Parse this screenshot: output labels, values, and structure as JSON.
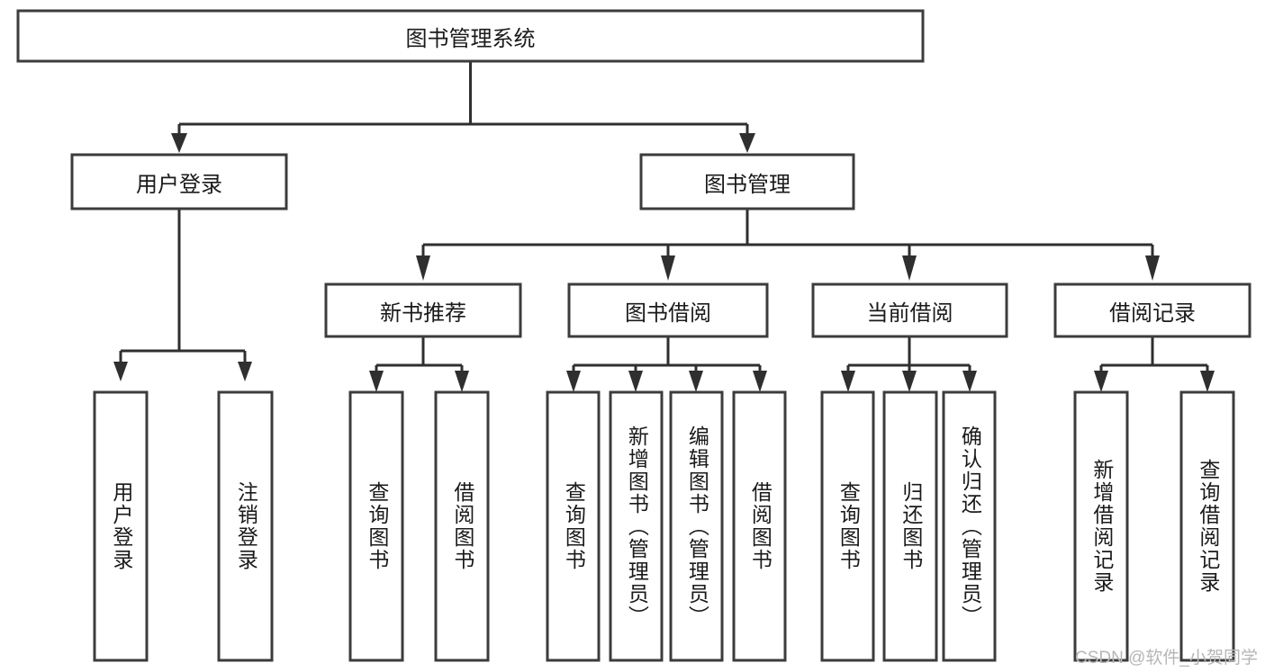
{
  "diagram": {
    "type": "tree",
    "title": "图书管理系统",
    "watermark": "CSDN @软件_小贺同学",
    "colors": {
      "box_stroke": "#3c3c3c",
      "box_fill": "#ffffff",
      "connector": "#2f2f2f",
      "text": "#1a1a1a",
      "watermark": "#b6b6b6",
      "background": "#ffffff"
    },
    "root": {
      "id": "root",
      "label": "图书管理系统",
      "orientation": "horizontal"
    },
    "level2": [
      {
        "id": "user-login",
        "label": "用户登录",
        "orientation": "horizontal"
      },
      {
        "id": "book-management",
        "label": "图书管理",
        "orientation": "horizontal"
      }
    ],
    "level3": [
      {
        "id": "new-book-recommend",
        "label": "新书推荐",
        "orientation": "horizontal",
        "parent": "book-management"
      },
      {
        "id": "book-borrow",
        "label": "图书借阅",
        "orientation": "horizontal",
        "parent": "book-management"
      },
      {
        "id": "current-borrow",
        "label": "当前借阅",
        "orientation": "horizontal",
        "parent": "book-management"
      },
      {
        "id": "borrow-record",
        "label": "借阅记录",
        "orientation": "horizontal",
        "parent": "book-management"
      }
    ],
    "leaves": [
      {
        "id": "leaf-user-login",
        "label": "用户登录",
        "orientation": "vertical",
        "parent": "user-login"
      },
      {
        "id": "leaf-user-logout",
        "label": "注销登录",
        "orientation": "vertical",
        "parent": "user-login"
      },
      {
        "id": "leaf-query-book-1",
        "label": "查询图书",
        "orientation": "vertical",
        "parent": "new-book-recommend"
      },
      {
        "id": "leaf-borrow-book-1",
        "label": "借阅图书",
        "orientation": "vertical",
        "parent": "new-book-recommend"
      },
      {
        "id": "leaf-query-book-2",
        "label": "查询图书",
        "orientation": "vertical",
        "parent": "book-borrow"
      },
      {
        "id": "leaf-add-book",
        "label": "新增图书（管理员）",
        "orientation": "vertical",
        "parent": "book-borrow"
      },
      {
        "id": "leaf-edit-book",
        "label": "编辑图书（管理员）",
        "orientation": "vertical",
        "parent": "book-borrow"
      },
      {
        "id": "leaf-borrow-book-2",
        "label": "借阅图书",
        "orientation": "vertical",
        "parent": "book-borrow"
      },
      {
        "id": "leaf-query-book-3",
        "label": "查询图书",
        "orientation": "vertical",
        "parent": "current-borrow"
      },
      {
        "id": "leaf-return-book",
        "label": "归还图书",
        "orientation": "vertical",
        "parent": "current-borrow"
      },
      {
        "id": "leaf-confirm-return",
        "label": "确认归还（管理员）",
        "orientation": "vertical",
        "parent": "current-borrow"
      },
      {
        "id": "leaf-add-borrow-record",
        "label": "新增借阅记录",
        "orientation": "vertical",
        "parent": "borrow-record"
      },
      {
        "id": "leaf-query-borrow-record",
        "label": "查询借阅记录",
        "orientation": "vertical",
        "parent": "borrow-record"
      }
    ]
  }
}
